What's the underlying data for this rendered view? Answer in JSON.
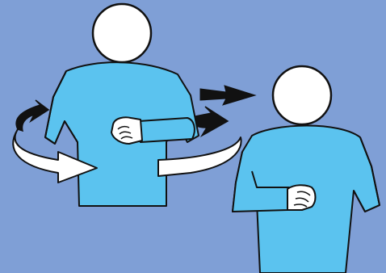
{
  "colors": {
    "background": "#7f9fd6",
    "shirt": "#5bc3ef",
    "outline": "#111111",
    "head": "#ffffff",
    "rotation_arrow": "#ffffff",
    "motion_arrow": "#111111"
  },
  "figures": [
    {
      "role": "signer-rotating",
      "icon": "person-rotating-icon"
    },
    {
      "role": "signer-final-pose",
      "icon": "person-icon"
    }
  ],
  "arrows": [
    {
      "meaning": "rotation",
      "icon": "rotation-arrow-icon"
    },
    {
      "meaning": "movement-right",
      "icon": "arrow-right-icon"
    }
  ]
}
